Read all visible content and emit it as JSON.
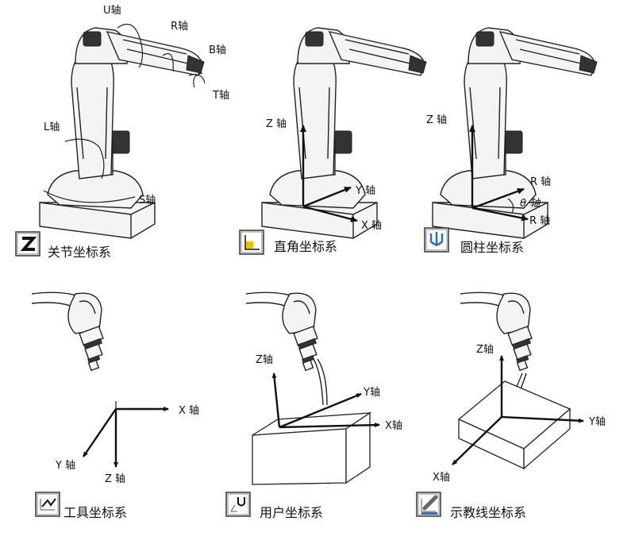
{
  "panels": {
    "joint": {
      "caption": "关节坐标系",
      "icon": "joint-coordinate-icon",
      "labels": {
        "u": "U轴",
        "r": "R轴",
        "b": "B轴",
        "t": "T轴",
        "l": "L轴",
        "s": "S轴"
      }
    },
    "cartesian": {
      "caption": "直角坐标系",
      "icon": "cartesian-coordinate-icon",
      "labels": {
        "z": "Z 轴",
        "y": "Y 轴",
        "x": "X 轴"
      }
    },
    "cylindrical": {
      "caption": "圆柱坐标系",
      "icon": "cylindrical-coordinate-icon",
      "labels": {
        "z": "Z 轴",
        "r1": "R 轴",
        "theta": "θ 轴",
        "r2": "R 轴"
      }
    },
    "tool": {
      "caption": "工具坐标系",
      "icon": "tool-coordinate-icon",
      "labels": {
        "x": "X 轴",
        "y": "Y 轴",
        "z": "Z 轴"
      }
    },
    "user": {
      "caption": "用户坐标系",
      "icon": "user-coordinate-icon",
      "labels": {
        "z": "Z轴",
        "y": "Y轴",
        "x": "X轴"
      }
    },
    "teach": {
      "caption": "示教线坐标系",
      "icon": "teach-line-coordinate-icon",
      "labels": {
        "z": "Z轴",
        "y": "Y轴",
        "x": "X轴"
      }
    }
  },
  "colors": {
    "accent": "#e6c400",
    "ink": "#222222"
  }
}
